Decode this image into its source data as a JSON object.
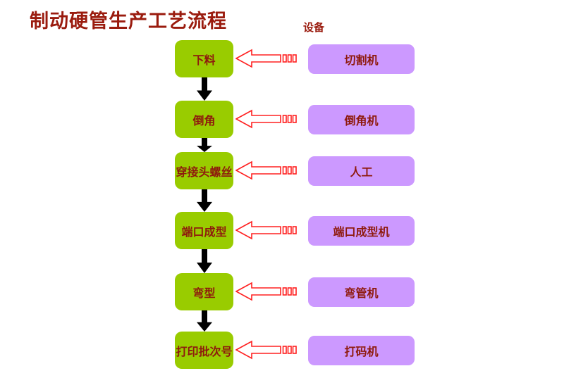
{
  "title": "制动硬管生产工艺流程",
  "equipment_column_header": "设备",
  "process": {
    "steps": [
      {
        "label": "下料",
        "equipment": "切割机"
      },
      {
        "label": "倒角",
        "equipment": "倒角机"
      },
      {
        "label": "穿接头螺丝",
        "equipment": "人工"
      },
      {
        "label": "端口成型",
        "equipment": "端口成型机"
      },
      {
        "label": "弯型",
        "equipment": "弯管机"
      },
      {
        "label": "打印批次号",
        "equipment": "打码机"
      }
    ]
  },
  "colors": {
    "step_box_bg": "#99CC00",
    "equipment_box_bg": "#CC99FF",
    "text": "#8E1A0D",
    "title": "#9A1B0E",
    "flow_arrow_red": "#FF2020",
    "connector_black": "#000000",
    "background": "#FFFFFF"
  },
  "icons": {
    "equipment_to_step": "striped-left-arrow",
    "step_sequence": "down-arrow"
  }
}
